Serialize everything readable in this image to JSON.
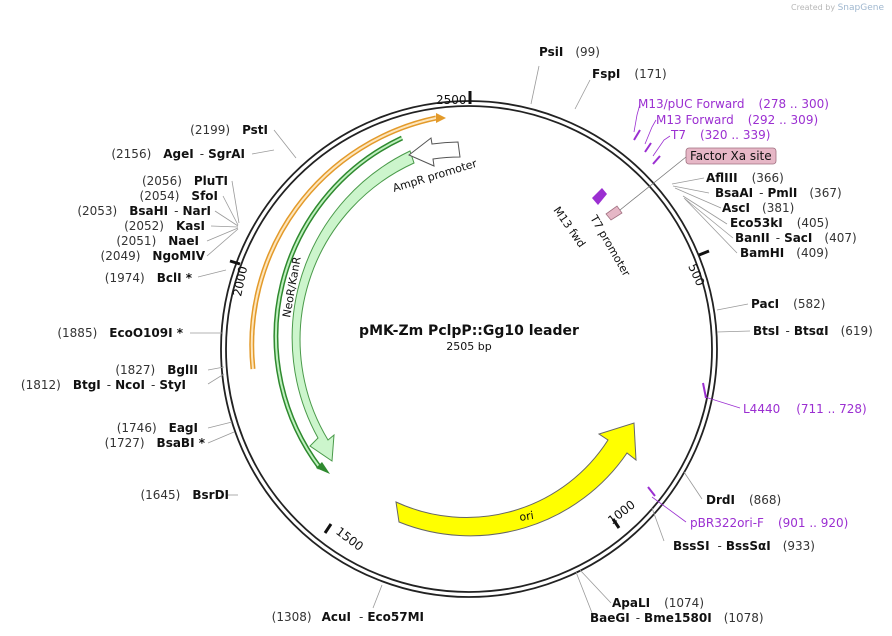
{
  "credit": {
    "prefix": "Created by",
    "brand": "SnapGene"
  },
  "plasmid": {
    "name": "pMK-Zm PclpP::Gg10 leader",
    "length": "2505 bp"
  },
  "ticks": [
    "500",
    "1000",
    "1500",
    "2000",
    "2500"
  ],
  "features": [
    {
      "name": "NeoR/KanR"
    },
    {
      "name": "AmpR promoter"
    },
    {
      "name": "ori"
    },
    {
      "name": "M13 fwd"
    },
    {
      "name": "T7 promoter"
    },
    {
      "name": "Factor Xa site"
    }
  ],
  "sites": {
    "PsiI": {
      "name": "PsiI",
      "pos": "(99)"
    },
    "FspI": {
      "name": "FspI",
      "pos": "(171)"
    },
    "AflIII": {
      "name": "AflIII",
      "pos": "(366)"
    },
    "BsaAI": {
      "name": "BsaAI",
      "sep": "-",
      "name2": "PmlI",
      "pos": "(367)"
    },
    "AscI": {
      "name": "AscI",
      "pos": "(381)"
    },
    "Eco53kI": {
      "name": "Eco53kI",
      "pos": "(405)"
    },
    "BanII": {
      "name": "BanII",
      "sep": "-",
      "name2": "SacI",
      "pos": "(407)"
    },
    "BamHI": {
      "name": "BamHI",
      "pos": "(409)"
    },
    "PacI": {
      "name": "PacI",
      "pos": "(582)"
    },
    "BtsI": {
      "name": "BtsI",
      "sep": "-",
      "name2": "BtsαI",
      "pos": "(619)"
    },
    "DrdI": {
      "name": "DrdI",
      "pos": "(868)"
    },
    "BssSI": {
      "name": "BssSI",
      "sep": "-",
      "name2": "BssSαI",
      "pos": "(933)"
    },
    "ApaLI": {
      "name": "ApaLI",
      "pos": "(1074)"
    },
    "BaeGI": {
      "name": "BaeGI",
      "sep": "-",
      "name2": "Bme1580I",
      "pos": "(1078)"
    },
    "AcuI": {
      "pos": "(1308)",
      "name": "AcuI",
      "sep": "-",
      "name2": "Eco57MI"
    },
    "BsrDI": {
      "pos": "(1645)",
      "name": "BsrDI"
    },
    "BsaBI": {
      "pos": "(1727)",
      "name": "BsaBI *"
    },
    "EagI": {
      "pos": "(1746)",
      "name": "EagI"
    },
    "BtgI": {
      "pos": "(1812)",
      "name": "BtgI",
      "sep": "-",
      "name2": "NcoI",
      "sep2": "-",
      "name3": "StyI"
    },
    "BglII": {
      "pos": "(1827)",
      "name": "BglII"
    },
    "EcoO109I": {
      "pos": "(1885)",
      "name": "EcoO109I *"
    },
    "BclI": {
      "pos": "(1974)",
      "name": "BclI *"
    },
    "NgoMIV": {
      "pos": "(2049)",
      "name": "NgoMIV"
    },
    "NaeI": {
      "pos": "(2051)",
      "name": "NaeI"
    },
    "KasI": {
      "pos": "(2052)",
      "name": "KasI"
    },
    "BsaHI": {
      "pos": "(2053)",
      "name": "BsaHI",
      "sep": "-",
      "name2": "NarI"
    },
    "SfoI": {
      "pos": "(2054)",
      "name": "SfoI"
    },
    "PluTI": {
      "pos": "(2056)",
      "name": "PluTI"
    },
    "AgeI": {
      "pos": "(2156)",
      "name": "AgeI",
      "sep": "-",
      "name2": "SgrAI"
    },
    "PstI": {
      "pos": "(2199)",
      "name": "PstI"
    }
  },
  "primers": {
    "M13pUC": {
      "name": "M13/pUC Forward",
      "range": "(278 .. 300)"
    },
    "M13F": {
      "name": "M13 Forward",
      "range": "(292 .. 309)"
    },
    "T7": {
      "name": "T7",
      "range": "(320 .. 339)"
    },
    "L4440": {
      "name": "L4440",
      "range": "(711 .. 728)"
    },
    "pBR322": {
      "name": "pBR322ori-F",
      "range": "(901 .. 920)"
    }
  },
  "colors": {
    "backbone": "#222222",
    "neo": "#ccf5cc",
    "neo_border": "#4a9a4a",
    "orange": "#e39a2a",
    "green_strand": "#2f8a2f",
    "ori": "#ffff00",
    "ampr": "#ffffff",
    "primer": "#9b2fd1",
    "xa": "#e6b7c6"
  }
}
